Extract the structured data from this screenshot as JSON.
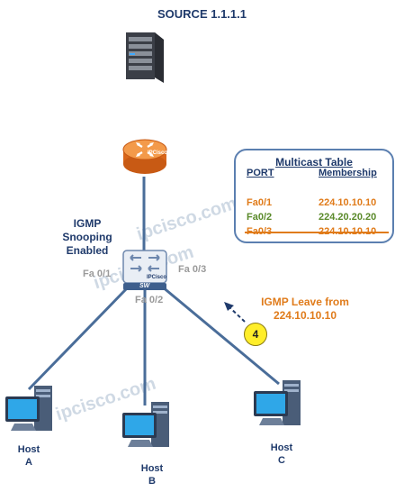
{
  "source": {
    "title": "SOURCE 1.1.1.1"
  },
  "router": {
    "brand": "IPCisco",
    "icon": "router-icon"
  },
  "switch": {
    "brand": "IPCisco",
    "label": "SW",
    "icon": "switch-icon"
  },
  "snooping": {
    "line1": "IGMP Snooping",
    "line2": "Enabled"
  },
  "ports": {
    "p1": "Fa 0/1",
    "p2": "Fa 0/2",
    "p3": "Fa 0/3"
  },
  "hosts": [
    {
      "line1": "Host",
      "line2": "A"
    },
    {
      "line1": "Host",
      "line2": "B"
    },
    {
      "line1": "Host",
      "line2": "C"
    }
  ],
  "multicast_table": {
    "title": "Multicast Table",
    "headers": {
      "port": "PORT",
      "membership": "Membership"
    },
    "rows": [
      {
        "port": "Fa0/1",
        "membership": "224.10.10.10",
        "color": "#e07b1a",
        "struck": false
      },
      {
        "port": "Fa0/2",
        "membership": "224.20.20.20",
        "color": "#5a8a2a",
        "struck": false
      },
      {
        "port": "Fa0/3",
        "membership": "224.10.10.10",
        "color": "#e07b1a",
        "struck": true
      }
    ]
  },
  "leave": {
    "line1": "IGMP Leave from",
    "line2": "224.10.10.10",
    "step": "4"
  },
  "watermark": "ipcisco.com",
  "colors": {
    "link": "#4a6d99",
    "accent": "#e07b1a",
    "navy": "#1f3a6b"
  }
}
